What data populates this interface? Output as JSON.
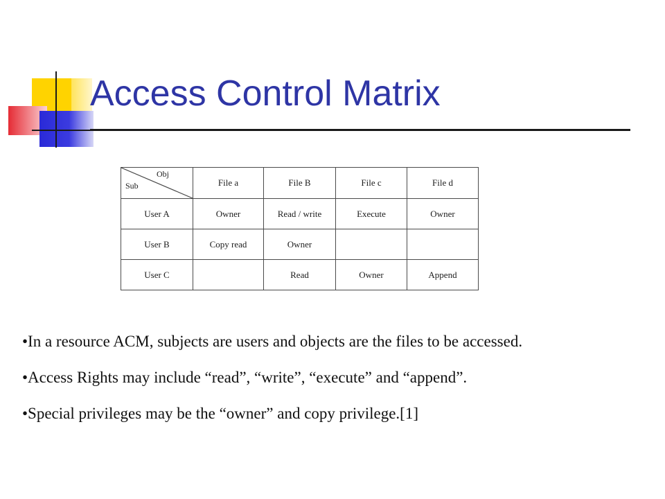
{
  "slide": {
    "title": "Access Control Matrix"
  },
  "matrix": {
    "corner_obj": "Obj",
    "corner_sub": "Sub",
    "columns": [
      "File a",
      "File B",
      "File c",
      "File d"
    ],
    "rows": [
      {
        "subject": "User A",
        "cells": [
          "Owner",
          "Read / write",
          "Execute",
          "Owner"
        ]
      },
      {
        "subject": "User B",
        "cells": [
          "Copy read",
          "Owner",
          "",
          ""
        ]
      },
      {
        "subject": "User C",
        "cells": [
          "",
          "Read",
          "Owner",
          "Append"
        ]
      }
    ]
  },
  "bullets": [
    "•In a resource ACM, subjects are users and objects are the files to be accessed.",
    "•Access Rights may include “read”, “write”, “execute” and “append”.",
    "•Special privileges may be the “owner” and copy privilege.[1]"
  ],
  "colors": {
    "title": "#2e35a5",
    "logo_yellow": "#ffd300",
    "logo_red": "#e52c35",
    "logo_blue": "#2a2ad8"
  }
}
